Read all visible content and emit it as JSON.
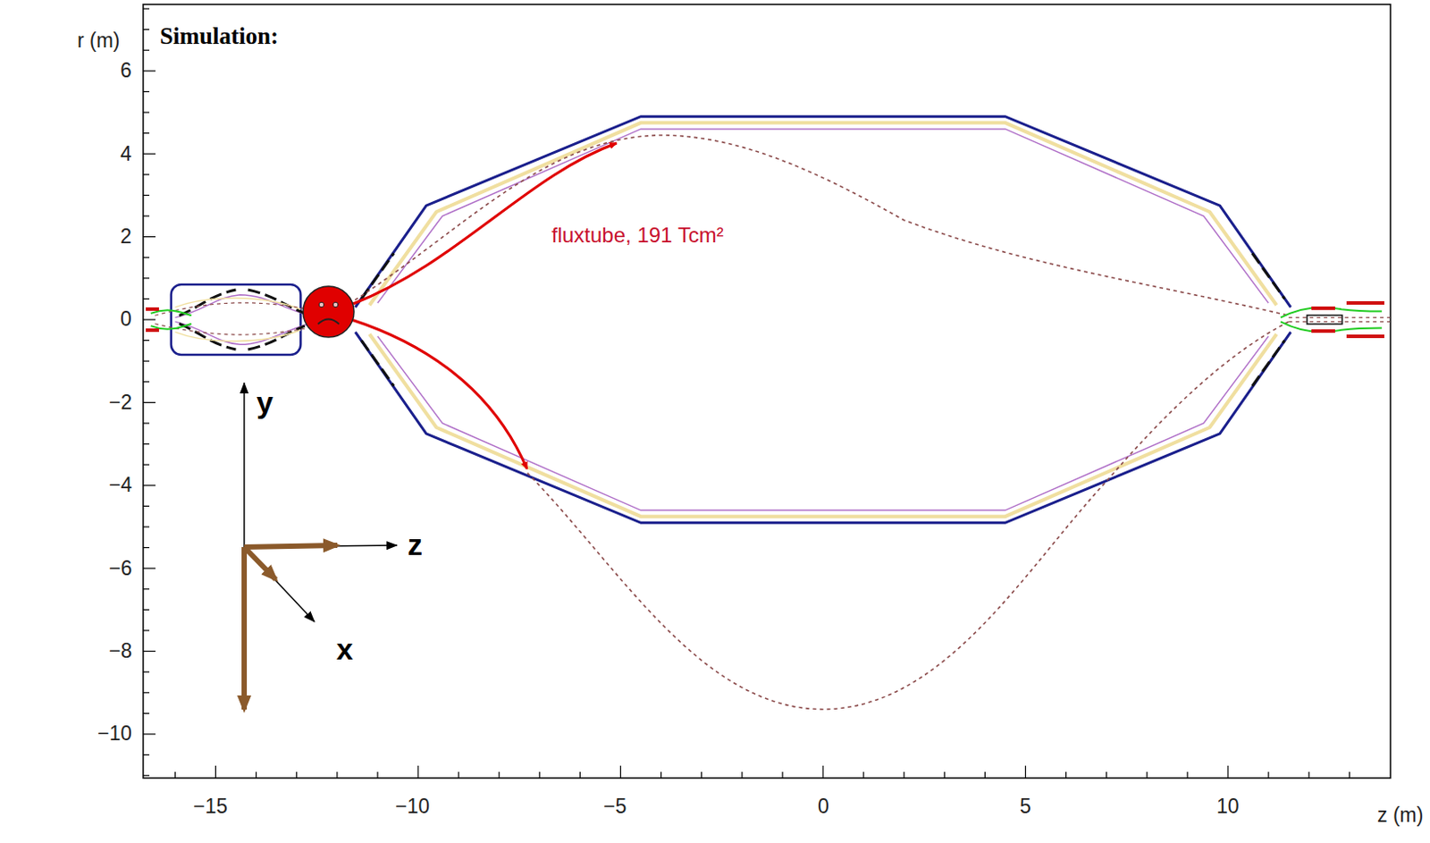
{
  "diagram": {
    "title": "Simulation:",
    "labels": [
      "r (m)",
      "6",
      "4",
      "2",
      "0",
      "−2",
      "−4",
      "−6",
      "−8",
      "−10",
      "−15",
      "−10",
      "−5",
      "0",
      "5",
      "10",
      "z (m)",
      "fluxtube, 191 Tcm²",
      "y",
      "z",
      "x"
    ]
  }
}
